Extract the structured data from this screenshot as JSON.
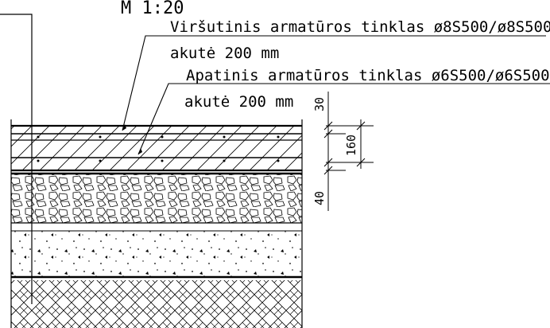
{
  "drawing": {
    "scale_title": "M 1:20",
    "labels": {
      "top_mesh_line1": "Viršutinis armatūros tinklas ø8S500/ø8S500,",
      "top_mesh_line2": "akutė 200 mm",
      "bottom_mesh_line1": "Apatinis armatūros tinklas ø6S500/ø6S500,",
      "bottom_mesh_line2": "akutė 200 mm"
    },
    "dimensions": {
      "top_cover": "30",
      "slab_thickness": "160",
      "bottom_cover": "40"
    }
  }
}
